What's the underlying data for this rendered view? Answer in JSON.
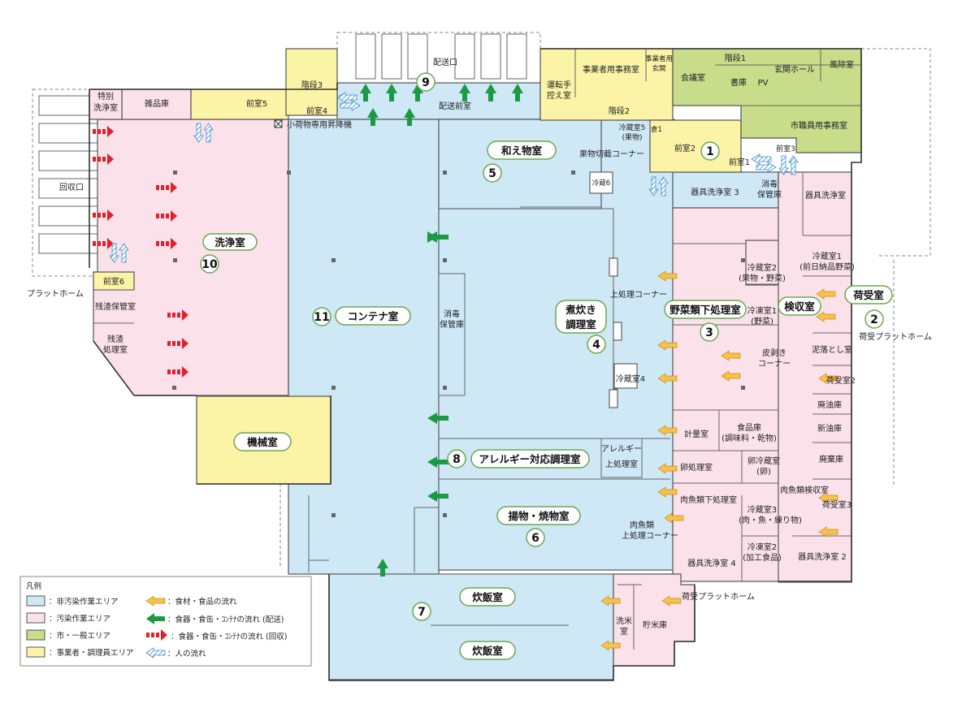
{
  "rooms": {
    "r1_label": "前室2",
    "r2_label": "荷受室",
    "r3_label": "野菜類下処理室",
    "r4_label1": "煮炊き",
    "r4_label2": "調理室",
    "r5_label": "和え物室",
    "r6_label": "揚物・焼物室",
    "r7_label": "炊飯室",
    "r7b_label": "炊飯室",
    "r8_label": "アレルギー対応調理室",
    "r10_label": "洗浄室",
    "r11_label": "コンテナ室",
    "kikai": "機械室",
    "kenshu": "検収室"
  },
  "numbers": {
    "n1": "1",
    "n2": "2",
    "n3": "3",
    "n4": "4",
    "n5": "5",
    "n6": "6",
    "n7": "7",
    "n8": "8",
    "n9": "9",
    "n10": "10",
    "n11": "11"
  },
  "small_labels": {
    "tokubetsu": "特別",
    "tokubetsu2": "洗浄室",
    "zakko": "雑品庫",
    "zenshitsu5": "前室5",
    "zenshitsu4": "前室4",
    "kaidan3": "階段3",
    "haisouguchi": "配送口",
    "haisouzenshitsu": "配送前室",
    "kokamotsu": "小荷物専用昇降機",
    "untenshu1": "運転手",
    "untenshu2": "控え室",
    "jigyosha_jimu": "事業者用事務室",
    "jigyosha_genkan1": "事業者用",
    "jigyosha_genkan2": "玄関",
    "kaigi": "会議室",
    "kaidan1": "階段1",
    "shoko": "書庫",
    "pv": "PV",
    "genkan_hall": "玄関ホール",
    "furo": "風除室",
    "kaidan2": "階段2",
    "shishokuin": "市職員用事務室",
    "reizo5a": "冷蔵室5",
    "reizo5b": "(果物)",
    "soko1": "倉1",
    "kudamono_setsu": "果物切截コーナー",
    "zenshitsu1": "前室1",
    "zenshitsu3": "前室3",
    "kigu3": "器具洗浄室 3",
    "shodoku1": "消毒",
    "shodoku2": "保管庫",
    "kigu_senjo": "器具洗浄室",
    "reizo6": "冷蔵6",
    "kaishu": "回収口",
    "platform": "プラットホーム",
    "zenshitsu6": "前室6",
    "zansa_hokan": "残渣保管室",
    "zansa1": "残渣",
    "zansa2": "処理室",
    "shodoku_hokan1": "消毒",
    "shodoku_hokan2": "保管庫",
    "ueshori": "上処理コーナー",
    "reizo2a": "冷蔵室2",
    "reizo2b": "(果物・野菜)",
    "reito1a": "冷凍室1",
    "reito1b": "(野菜)",
    "reizo1a": "冷蔵室1",
    "reizo1b": "(前日納品野菜)",
    "niuke_platform": "荷受プラットホーム",
    "dorootoshi": "泥落とし室",
    "kawamuki1": "皮剥き",
    "kawamuki2": "コーナー",
    "niuke2": "荷受室2",
    "reizo4": "冷蔵室4",
    "haiyuko": "廃油庫",
    "shinyuko": "新油庫",
    "keiryo": "計量室",
    "shokuhin1": "食品庫",
    "shokuhin2": "(調味料・乾物)",
    "haikiko": "廃棄庫",
    "tamago": "卵処理室",
    "tamago_reizo1": "卵冷蔵室",
    "tamago_reizo2": "(卵)",
    "allergy_ue1": "アレルギー",
    "allergy_ue2": "上処理室",
    "nikugyo_kenshu": "肉魚類検収室",
    "niuke3": "荷受室3",
    "nikugyo_shita": "肉魚類下処理室",
    "reizo3a": "冷蔵室3",
    "reizo3b": "(肉・魚・練り物)",
    "reito2a": "冷凍室2",
    "reito2b": "(加工食品)",
    "nikugyo_ue1": "肉魚類",
    "nikugyo_ue2": "上処理コーナー",
    "kigu4": "器具洗浄室 4",
    "kigu2": "器具洗浄室 2",
    "niuke_platform2": "荷受プラットホーム",
    "senmai1": "洗米",
    "senmai2": "室",
    "chomaiko": "貯米庫"
  },
  "legend": {
    "title": "凡例",
    "blue": "：非汚染作業エリア",
    "pink": "：汚染作業エリア",
    "green": "：市・一般エリア",
    "yellow": "：事業者・調理員エリア",
    "orange_arrow": "：食材・食品の流れ",
    "green_arrow": "：食器・食缶・ｺﾝﾃﾅの流れ (配送)",
    "red_arrow": "：食器・食缶・ｺﾝﾃﾅの流れ (回収)",
    "hatch_arrow": "：人の流れ"
  },
  "colors": {
    "blue": "#cfe8f6",
    "pink": "#fbe1ea",
    "green": "#c8dc8a",
    "yellow": "#fbf3a6",
    "orange_arrow": "#f7c24a",
    "green_arrow": "#1a9a44",
    "red_arrow": "#e0202a",
    "hatch_arrow": "#7ab8e0"
  }
}
